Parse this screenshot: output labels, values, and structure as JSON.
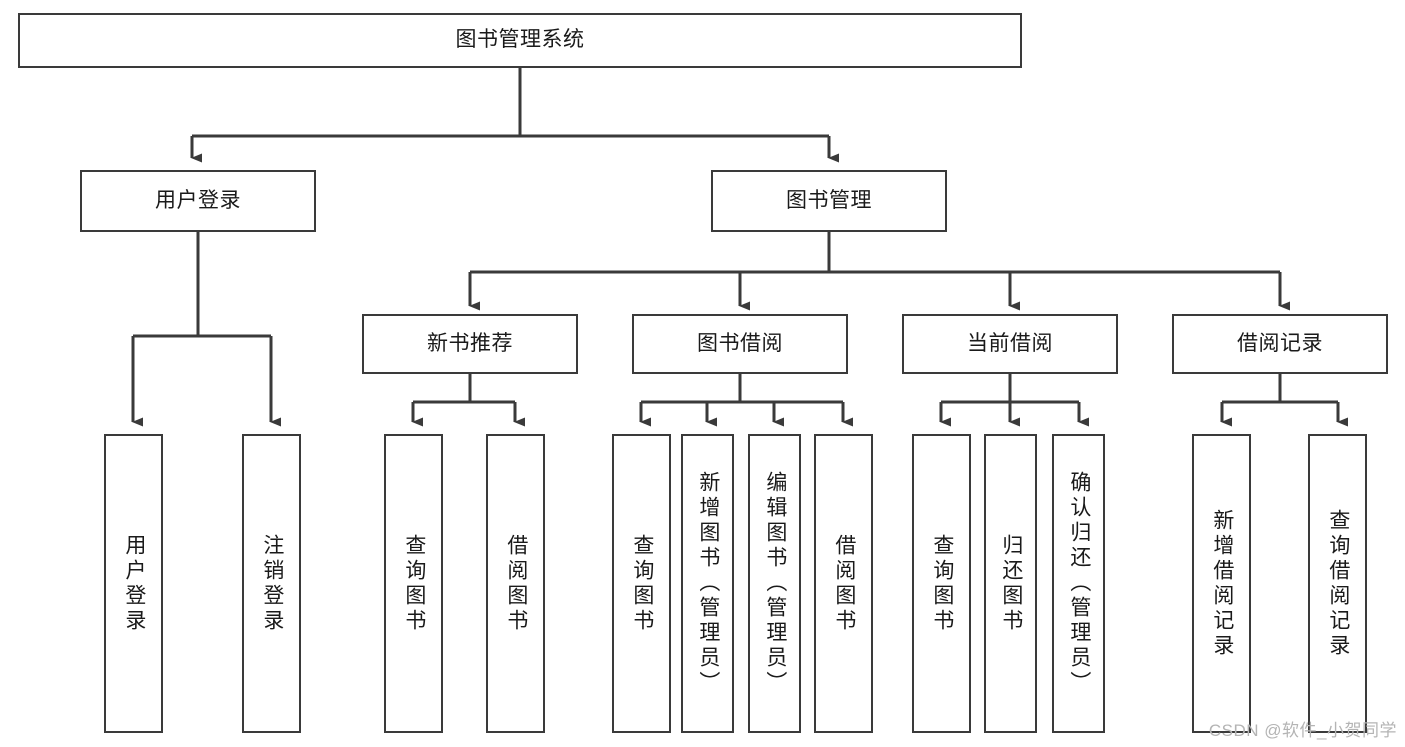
{
  "diagram": {
    "title": "图书管理系统",
    "type": "tree-hierarchy-diagram",
    "colors": {
      "box_border": "#3a3a3a",
      "box_fill": "#ffffff",
      "edge": "#3a3a3a",
      "text": "#1a1a1a",
      "watermark": "#b4b4b4",
      "background": "#ffffff"
    },
    "root": {
      "label": "图书管理系统"
    },
    "level2": [
      {
        "label": "用户登录"
      },
      {
        "label": "图书管理"
      }
    ],
    "level3": [
      {
        "label": "新书推荐"
      },
      {
        "label": "图书借阅"
      },
      {
        "label": "当前借阅"
      },
      {
        "label": "借阅记录"
      }
    ],
    "leaves": {
      "user_login": [
        {
          "label": "用户登录"
        },
        {
          "label": "注销登录"
        }
      ],
      "new_book_recommend": [
        {
          "label": "查询图书"
        },
        {
          "label": "借阅图书"
        }
      ],
      "book_borrow": [
        {
          "label": "查询图书"
        },
        {
          "label": "新增图书（管理员）"
        },
        {
          "label": "编辑图书（管理员）"
        },
        {
          "label": "借阅图书"
        }
      ],
      "current_borrow": [
        {
          "label": "查询图书"
        },
        {
          "label": "归还图书"
        },
        {
          "label": "确认归还（管理员）"
        }
      ],
      "borrow_record": [
        {
          "label": "新增借阅记录"
        },
        {
          "label": "查询借阅记录"
        }
      ]
    },
    "watermark": "CSDN @软件_小贺同学"
  }
}
